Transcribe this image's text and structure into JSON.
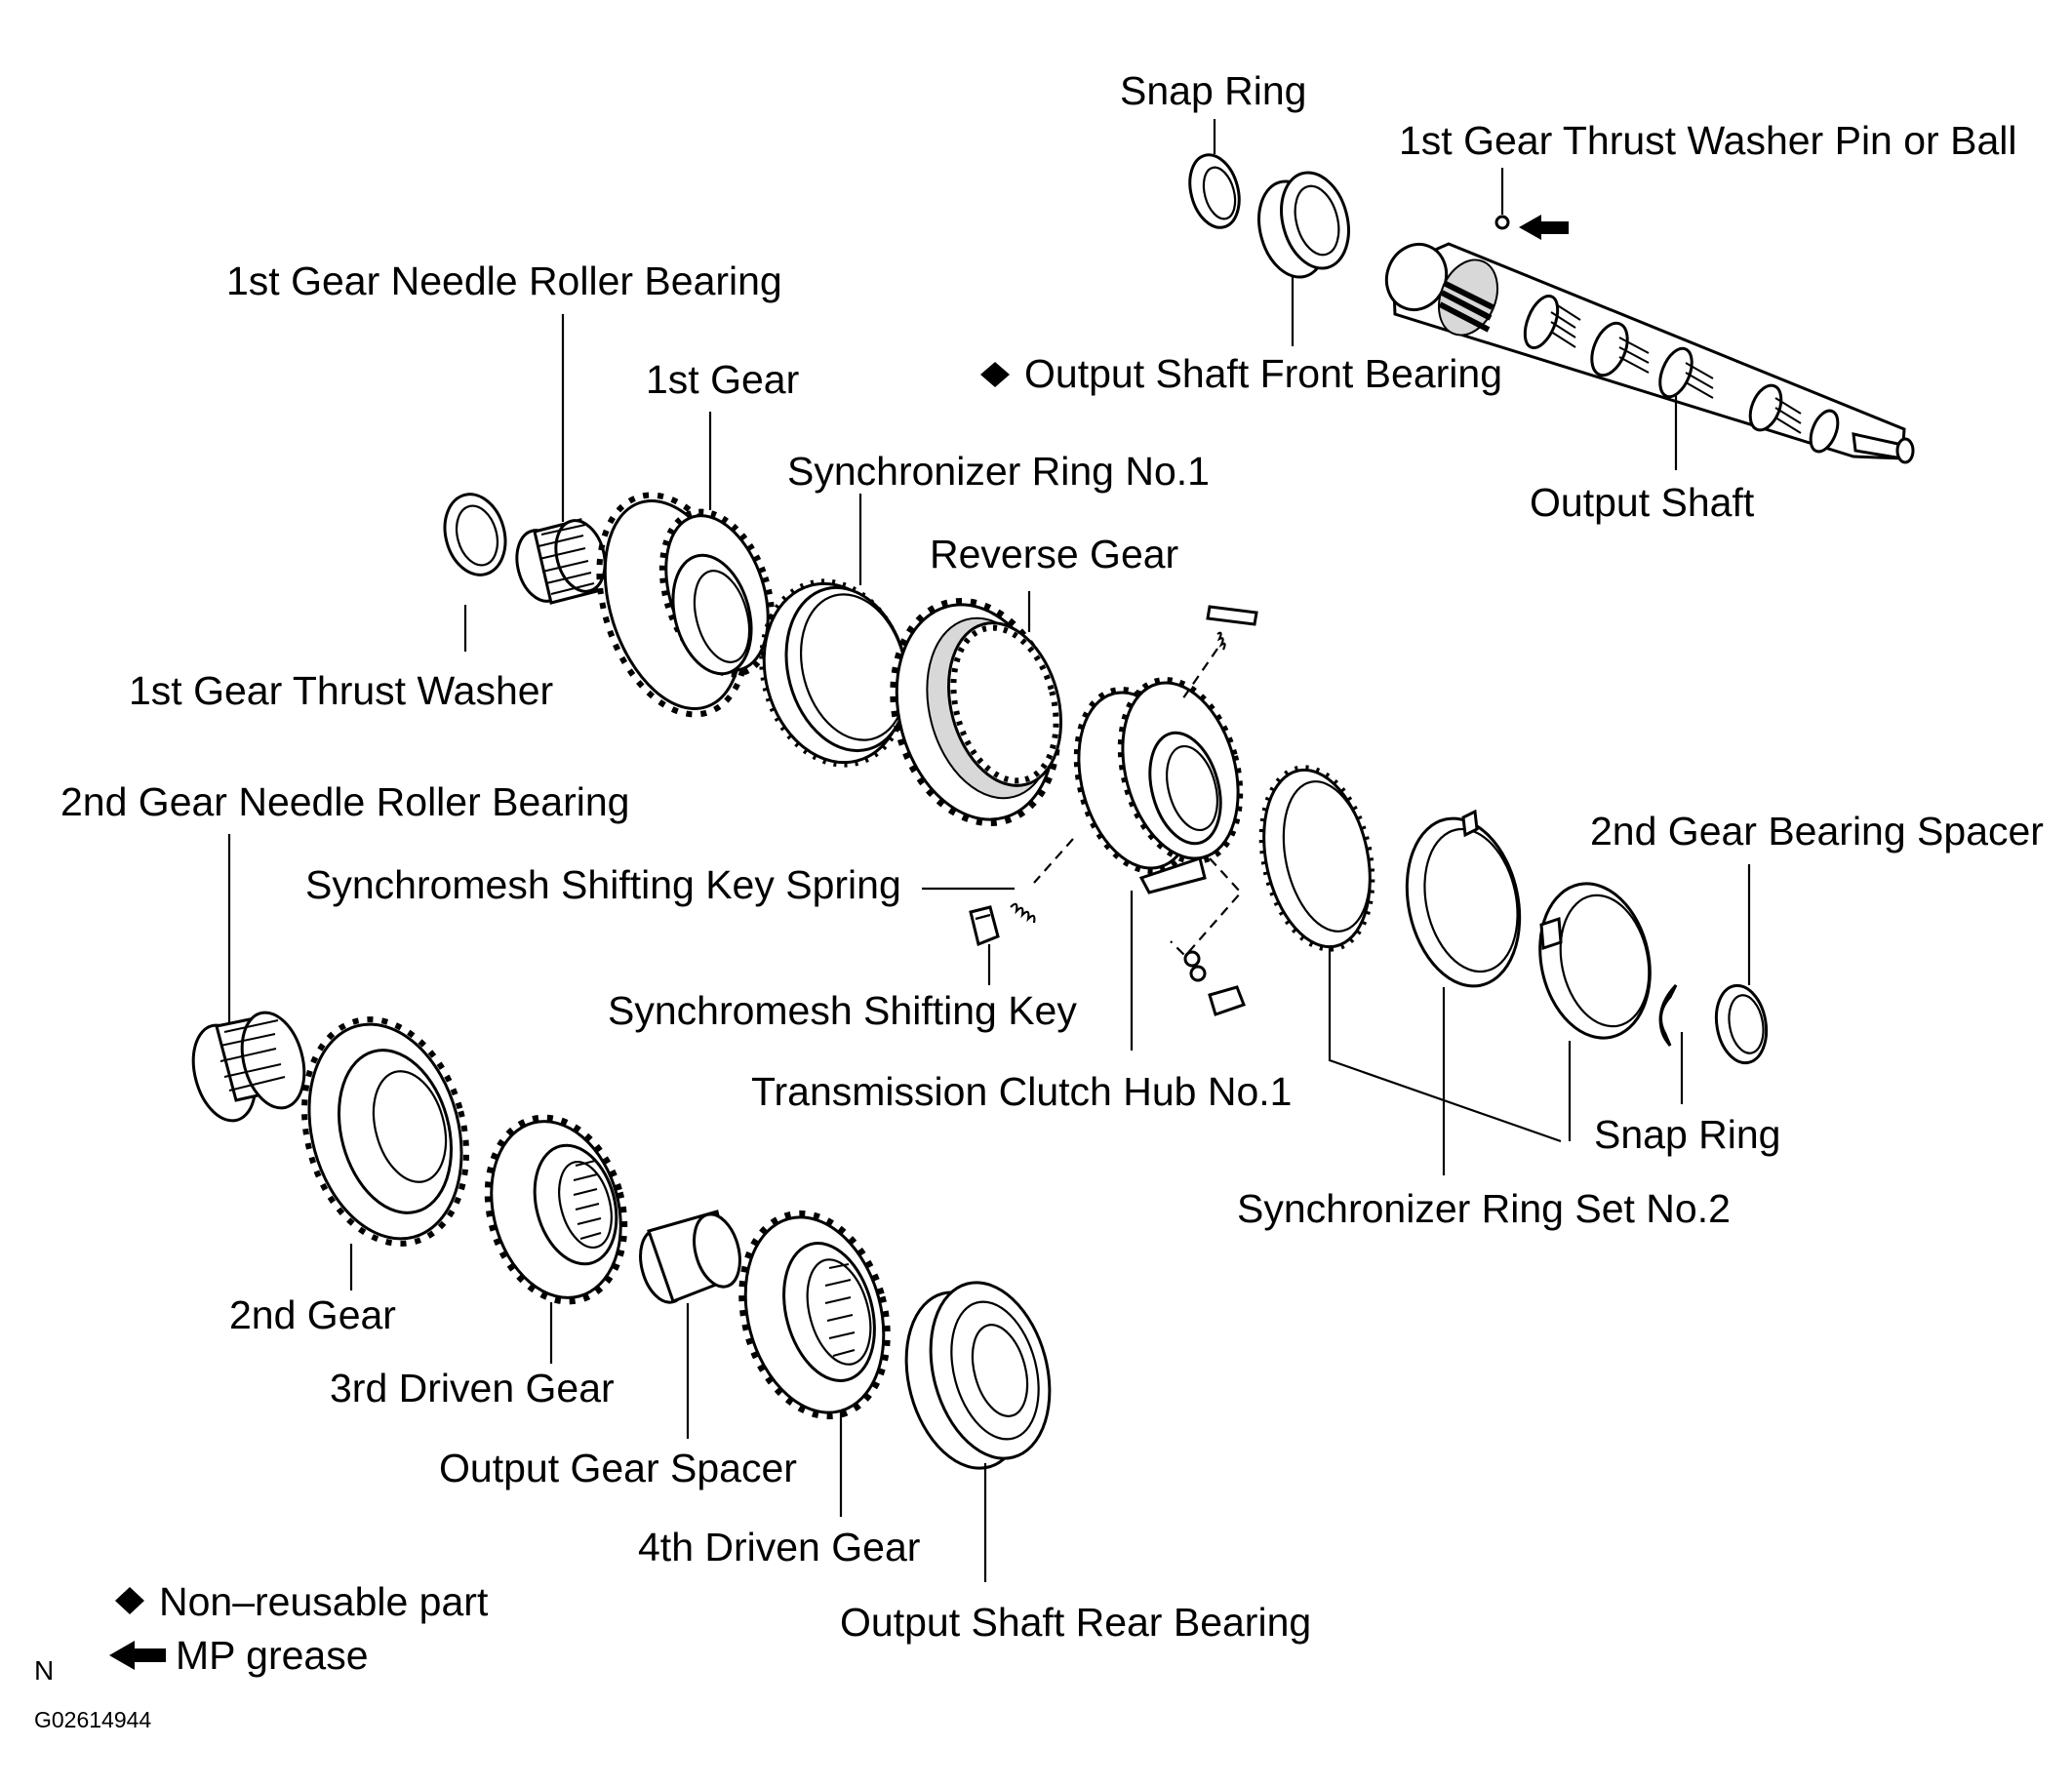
{
  "labels": {
    "snap_ring_top": "Snap Ring",
    "thrust_washer_pin": "1st Gear Thrust Washer Pin or Ball",
    "needle_bearing_1st": "1st Gear Needle Roller Bearing",
    "output_front_bearing": "Output Shaft Front Bearing",
    "gear_1st": "1st Gear",
    "synchronizer_ring_1": "Synchronizer Ring No.1",
    "output_shaft": "Output Shaft",
    "reverse_gear": "Reverse Gear",
    "thrust_washer_1st": "1st Gear Thrust Washer",
    "needle_bearing_2nd": "2nd Gear Needle Roller Bearing",
    "bearing_spacer_2nd": "2nd Gear Bearing Spacer",
    "key_spring": "Synchromesh Shifting Key Spring",
    "shifting_key": "Synchromesh Shifting Key",
    "clutch_hub": "Transmission Clutch Hub No.1",
    "snap_ring_right": "Snap Ring",
    "synchronizer_ring_set_2": "Synchronizer Ring Set No.2",
    "gear_2nd": "2nd Gear",
    "driven_gear_3rd": "3rd Driven Gear",
    "output_gear_spacer": "Output Gear Spacer",
    "driven_gear_4th": "4th Driven Gear",
    "output_rear_bearing": "Output Shaft Rear Bearing"
  },
  "legend": {
    "non_reusable": "Non–reusable part",
    "mp_grease": "MP grease"
  },
  "footer": {
    "letter": "N",
    "code": "G02614944"
  },
  "icons": {
    "non_reusable_marker": "filled-diamond-icon",
    "grease_marker": "filled-arrow-icon"
  }
}
